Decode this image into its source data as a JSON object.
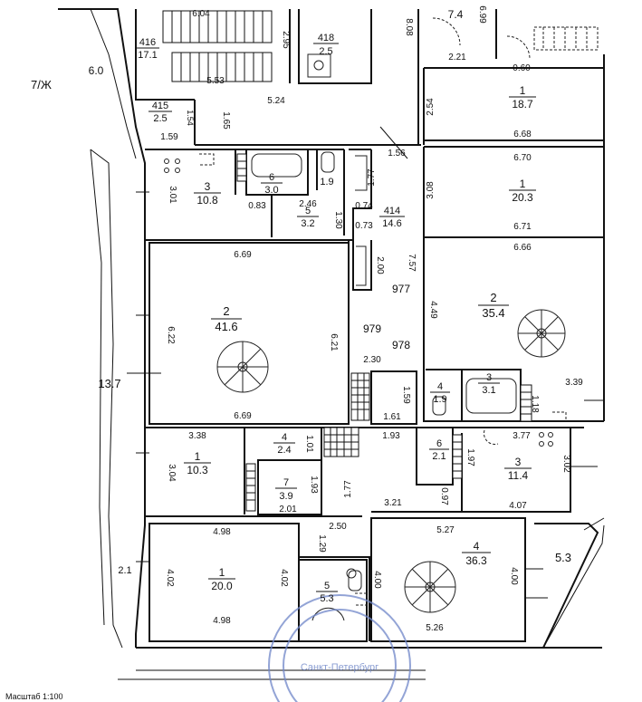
{
  "plan": {
    "axis_label": "7/Ж",
    "bottom_caption": "Масштаб 1:100",
    "stamp_text": "Санкт-Петербург",
    "rooms": [
      {
        "id": "r416",
        "number": "416",
        "area": "17.1"
      },
      {
        "id": "r418",
        "number": "418",
        "area": "2.5"
      },
      {
        "id": "r415",
        "number": "415",
        "area": "2.5"
      },
      {
        "id": "r74",
        "number": "",
        "area": "7.4"
      },
      {
        "id": "r1a",
        "number": "1",
        "area": "18.7"
      },
      {
        "id": "r1b",
        "number": "1",
        "area": "20.3"
      },
      {
        "id": "r3a",
        "number": "3",
        "area": "10.8"
      },
      {
        "id": "r6",
        "number": "6",
        "area": "3.0"
      },
      {
        "id": "r19",
        "number": "",
        "area": "1.9"
      },
      {
        "id": "r5a",
        "number": "5",
        "area": "3.2"
      },
      {
        "id": "r414",
        "number": "414",
        "area": "14.6"
      },
      {
        "id": "r2a",
        "number": "2",
        "area": "41.6"
      },
      {
        "id": "r2b",
        "number": "2",
        "area": "35.4"
      },
      {
        "id": "r4a",
        "number": "4",
        "area": "1.9"
      },
      {
        "id": "r3b",
        "number": "3",
        "area": "3.1"
      },
      {
        "id": "r1c",
        "number": "1",
        "area": "10.3"
      },
      {
        "id": "r4b",
        "number": "4",
        "area": "2.4"
      },
      {
        "id": "r7",
        "number": "7",
        "area": "3.9"
      },
      {
        "id": "r6b",
        "number": "6",
        "area": "2.1"
      },
      {
        "id": "r3c",
        "number": "3",
        "area": "11.4"
      },
      {
        "id": "r1d",
        "number": "1",
        "area": "20.0"
      },
      {
        "id": "r5b",
        "number": "5",
        "area": "5.3"
      },
      {
        "id": "r4c",
        "number": "4",
        "area": "36.3"
      },
      {
        "id": "r53",
        "number": "",
        "area": "5.3"
      },
      {
        "id": "r137",
        "number": "",
        "area": "13.7"
      },
      {
        "id": "r60",
        "number": "",
        "area": "6.0"
      }
    ],
    "dimensions": [
      {
        "id": "d1",
        "text": "6.04"
      },
      {
        "id": "d2",
        "text": "5.53"
      },
      {
        "id": "d3",
        "text": "2.95"
      },
      {
        "id": "d4",
        "text": "8.08"
      },
      {
        "id": "d5",
        "text": "6.99"
      },
      {
        "id": "d6",
        "text": "2.21"
      },
      {
        "id": "d7",
        "text": "0.60"
      },
      {
        "id": "d8",
        "text": "5.24"
      },
      {
        "id": "d9",
        "text": "1.65"
      },
      {
        "id": "d10",
        "text": "1.59"
      },
      {
        "id": "d11",
        "text": "1.54"
      },
      {
        "id": "d12",
        "text": "2.54"
      },
      {
        "id": "d13",
        "text": "6.68"
      },
      {
        "id": "d14",
        "text": "6.70"
      },
      {
        "id": "d15",
        "text": "3.08"
      },
      {
        "id": "d16",
        "text": "6.71"
      },
      {
        "id": "d17",
        "text": "1.56"
      },
      {
        "id": "d18",
        "text": "1.77"
      },
      {
        "id": "d19",
        "text": "3.01"
      },
      {
        "id": "d20",
        "text": "0.83"
      },
      {
        "id": "d21",
        "text": "2.46"
      },
      {
        "id": "d22",
        "text": "1.30"
      },
      {
        "id": "d23",
        "text": "0.74"
      },
      {
        "id": "d24",
        "text": "0.73"
      },
      {
        "id": "d25",
        "text": "6.69"
      },
      {
        "id": "d26",
        "text": "2.00"
      },
      {
        "id": "d27",
        "text": "7.57"
      },
      {
        "id": "d28",
        "text": "6.66"
      },
      {
        "id": "d29",
        "text": "977"
      },
      {
        "id": "d30",
        "text": "4.49"
      },
      {
        "id": "d31",
        "text": "979"
      },
      {
        "id": "d32",
        "text": "6.22"
      },
      {
        "id": "d33",
        "text": "6.21"
      },
      {
        "id": "d34",
        "text": "978"
      },
      {
        "id": "d35",
        "text": "2.30"
      },
      {
        "id": "d36",
        "text": "3.39"
      },
      {
        "id": "d37",
        "text": "1.59"
      },
      {
        "id": "d38",
        "text": "1.18"
      },
      {
        "id": "d39",
        "text": "1.61"
      },
      {
        "id": "d40",
        "text": "6.69"
      },
      {
        "id": "d41",
        "text": "3.38"
      },
      {
        "id": "d42",
        "text": "1.01"
      },
      {
        "id": "d43",
        "text": "1.93"
      },
      {
        "id": "d44",
        "text": "3.77"
      },
      {
        "id": "d45",
        "text": "3.04"
      },
      {
        "id": "d46",
        "text": "1.97"
      },
      {
        "id": "d47",
        "text": "3.02"
      },
      {
        "id": "d48",
        "text": "1.93"
      },
      {
        "id": "d49",
        "text": "1.77"
      },
      {
        "id": "d50",
        "text": "3.21"
      },
      {
        "id": "d51",
        "text": "2.01"
      },
      {
        "id": "d52",
        "text": "0.97"
      },
      {
        "id": "d53",
        "text": "4.07"
      },
      {
        "id": "d54",
        "text": "4.98"
      },
      {
        "id": "d55",
        "text": "2.50"
      },
      {
        "id": "d56",
        "text": "5.27"
      },
      {
        "id": "d57",
        "text": "1.29"
      },
      {
        "id": "d58",
        "text": "2.1"
      },
      {
        "id": "d59",
        "text": "4.02"
      },
      {
        "id": "d60",
        "text": "4.02"
      },
      {
        "id": "d61",
        "text": "4.00"
      },
      {
        "id": "d62",
        "text": "4.00"
      },
      {
        "id": "d63",
        "text": "4.98"
      },
      {
        "id": "d64",
        "text": "5.26"
      }
    ]
  }
}
